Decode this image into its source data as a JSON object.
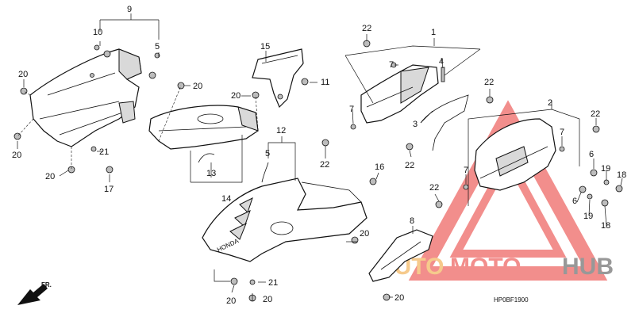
{
  "diagram_code": "HP0BF1900",
  "front_indicator": "FR.",
  "brand_on_part": "HONDA",
  "watermark": {
    "text_part1": "AUTO",
    "text_part2": "MOTO",
    "text_part3": "HUB",
    "color_main": "#e8322f",
    "color_secondary": "#f0a030",
    "color_dark": "#444444"
  },
  "callouts": {
    "c1": "1",
    "c2": "2",
    "c3": "3",
    "c4": "4",
    "c5a": "5",
    "c5b": "5",
    "c6a": "6",
    "c6b": "6",
    "c7a": "7",
    "c7b": "7",
    "c7c": "7",
    "c7d": "7",
    "c8": "8",
    "c9": "9",
    "c10": "10",
    "c11": "11",
    "c12": "12",
    "c13": "13",
    "c14": "14",
    "c15": "15",
    "c16": "16",
    "c17": "17",
    "c18a": "18",
    "c18b": "18",
    "c19a": "19",
    "c19b": "19",
    "c20a": "20",
    "c20b": "20",
    "c20c": "20",
    "c20d": "20",
    "c20e": "20",
    "c20f": "20",
    "c20g": "20",
    "c20h": "20",
    "c20i": "20",
    "c21a": "21",
    "c21b": "21",
    "c22a": "22",
    "c22b": "22",
    "c22c": "22",
    "c22d": "22",
    "c22e": "22",
    "c22f": "22"
  }
}
